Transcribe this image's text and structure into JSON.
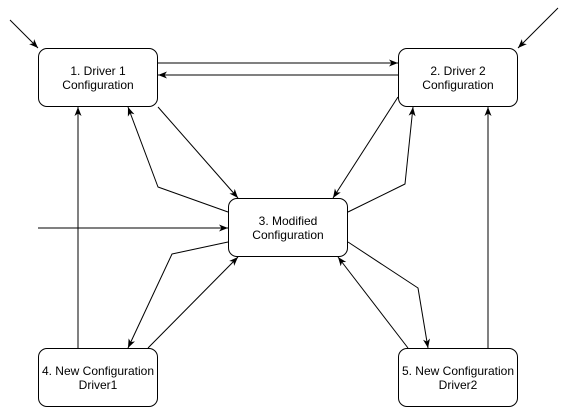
{
  "diagram": {
    "nodes": [
      {
        "id": "n1",
        "label": "1. Driver 1\nConfiguration"
      },
      {
        "id": "n2",
        "label": "2. Driver 2\nConfiguration"
      },
      {
        "id": "n3",
        "label": "3. Modified\nConfiguration"
      },
      {
        "id": "n4",
        "label": "4. New Configuration\nDriver1"
      },
      {
        "id": "n5",
        "label": "5. New Configuration\nDriver2"
      }
    ],
    "edges": [
      {
        "from": "external-top-left",
        "to": "n1"
      },
      {
        "from": "external-top-right",
        "to": "n2"
      },
      {
        "from": "external-left",
        "to": "n3"
      },
      {
        "from": "n1",
        "to": "n2"
      },
      {
        "from": "n2",
        "to": "n1"
      },
      {
        "from": "n1",
        "to": "n3"
      },
      {
        "from": "n3",
        "to": "n1"
      },
      {
        "from": "n2",
        "to": "n3"
      },
      {
        "from": "n3",
        "to": "n2"
      },
      {
        "from": "n3",
        "to": "n4"
      },
      {
        "from": "n4",
        "to": "n3"
      },
      {
        "from": "n3",
        "to": "n5"
      },
      {
        "from": "n5",
        "to": "n3"
      },
      {
        "from": "n4",
        "to": "n1"
      },
      {
        "from": "n5",
        "to": "n2"
      }
    ],
    "colors": {
      "stroke": "#000000",
      "fill": "#ffffff",
      "text": "#000000"
    }
  }
}
